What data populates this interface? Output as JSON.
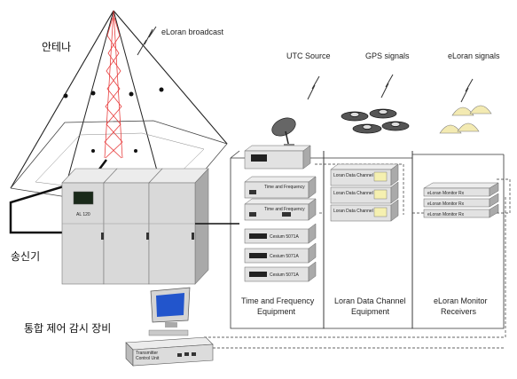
{
  "labels": {
    "antenna": "안테나",
    "transmitter": "송신기",
    "control": "통합 제어 감시 장비",
    "eloran_broadcast": "eLoran broadcast",
    "utc_source": "UTC Source",
    "gps_signals": "GPS signals",
    "eloran_signals": "eLoran signals",
    "tfe_line1": "Time and Frequency",
    "tfe_line2": "Equipment",
    "ldc_line1": "Loran Data Channel",
    "ldc_line2": "Equipment",
    "emr_line1": "eLoran Monitor",
    "emr_line2": "Receivers"
  },
  "device_text": {
    "al120": "AL 120",
    "tf_unit": "Time and Frequency",
    "cesium": "Cesium 5071A",
    "loran_dc": "Loran Data Channel",
    "monitor_rx": "eLoran Monitor Rx",
    "control_unit_1": "Transmitter",
    "control_unit_2": "Control Unit"
  },
  "colors": {
    "cabinet": "#d9d9d9",
    "cabinet_dark": "#a9a9a9",
    "rack_face": "#e2e2e2",
    "antenna_signal": "#e84040",
    "monitor_screen": "#2255cc",
    "line": "#222222"
  }
}
